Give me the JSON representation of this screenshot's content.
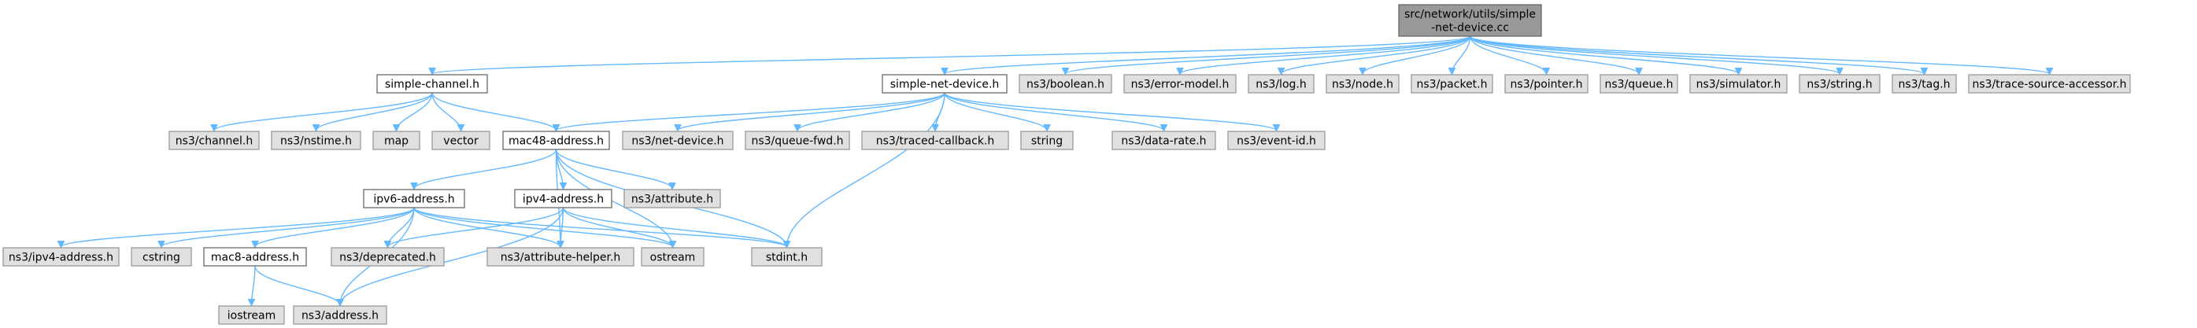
{
  "colors": {
    "background": "#ffffff",
    "root_fill": "#999999",
    "file_fill": "#ffffff",
    "system_fill": "#e0e0e0",
    "border_dark": "#666666",
    "border_light": "#999999",
    "text": "#000000",
    "edge": "#63b8ff"
  },
  "graph": {
    "nodes": [
      {
        "id": "root",
        "lines": [
          "src/network/utils/simple",
          "-net-device.cc"
        ],
        "kind": "root"
      },
      {
        "id": "simple-channel",
        "lines": [
          "simple-channel.h"
        ],
        "kind": "file"
      },
      {
        "id": "simple-net-device",
        "lines": [
          "simple-net-device.h"
        ],
        "kind": "file"
      },
      {
        "id": "boolean",
        "lines": [
          "ns3/boolean.h"
        ],
        "kind": "system"
      },
      {
        "id": "error-model",
        "lines": [
          "ns3/error-model.h"
        ],
        "kind": "system"
      },
      {
        "id": "log",
        "lines": [
          "ns3/log.h"
        ],
        "kind": "system"
      },
      {
        "id": "node",
        "lines": [
          "ns3/node.h"
        ],
        "kind": "system"
      },
      {
        "id": "packet",
        "lines": [
          "ns3/packet.h"
        ],
        "kind": "system"
      },
      {
        "id": "pointer",
        "lines": [
          "ns3/pointer.h"
        ],
        "kind": "system"
      },
      {
        "id": "queue",
        "lines": [
          "ns3/queue.h"
        ],
        "kind": "system"
      },
      {
        "id": "simulator",
        "lines": [
          "ns3/simulator.h"
        ],
        "kind": "system"
      },
      {
        "id": "string-h",
        "lines": [
          "ns3/string.h"
        ],
        "kind": "system"
      },
      {
        "id": "tag",
        "lines": [
          "ns3/tag.h"
        ],
        "kind": "system"
      },
      {
        "id": "trace-source-accessor",
        "lines": [
          "ns3/trace-source-accessor.h"
        ],
        "kind": "system"
      },
      {
        "id": "channel",
        "lines": [
          "ns3/channel.h"
        ],
        "kind": "system"
      },
      {
        "id": "nstime",
        "lines": [
          "ns3/nstime.h"
        ],
        "kind": "system"
      },
      {
        "id": "map",
        "lines": [
          "map"
        ],
        "kind": "system"
      },
      {
        "id": "vector",
        "lines": [
          "vector"
        ],
        "kind": "system"
      },
      {
        "id": "mac48-address",
        "lines": [
          "mac48-address.h"
        ],
        "kind": "file"
      },
      {
        "id": "net-device",
        "lines": [
          "ns3/net-device.h"
        ],
        "kind": "system"
      },
      {
        "id": "queue-fwd",
        "lines": [
          "ns3/queue-fwd.h"
        ],
        "kind": "system"
      },
      {
        "id": "traced-callback",
        "lines": [
          "ns3/traced-callback.h"
        ],
        "kind": "system"
      },
      {
        "id": "string",
        "lines": [
          "string"
        ],
        "kind": "system"
      },
      {
        "id": "data-rate",
        "lines": [
          "ns3/data-rate.h"
        ],
        "kind": "system"
      },
      {
        "id": "event-id",
        "lines": [
          "ns3/event-id.h"
        ],
        "kind": "system"
      },
      {
        "id": "ipv6-address",
        "lines": [
          "ipv6-address.h"
        ],
        "kind": "file"
      },
      {
        "id": "ipv4-address",
        "lines": [
          "ipv4-address.h"
        ],
        "kind": "file"
      },
      {
        "id": "attribute",
        "lines": [
          "ns3/attribute.h"
        ],
        "kind": "system"
      },
      {
        "id": "ns3-ipv4-address",
        "lines": [
          "ns3/ipv4-address.h"
        ],
        "kind": "system"
      },
      {
        "id": "cstring",
        "lines": [
          "cstring"
        ],
        "kind": "system"
      },
      {
        "id": "mac8-address",
        "lines": [
          "mac8-address.h"
        ],
        "kind": "file"
      },
      {
        "id": "deprecated",
        "lines": [
          "ns3/deprecated.h"
        ],
        "kind": "system"
      },
      {
        "id": "attribute-helper",
        "lines": [
          "ns3/attribute-helper.h"
        ],
        "kind": "system"
      },
      {
        "id": "ostream",
        "lines": [
          "ostream"
        ],
        "kind": "system"
      },
      {
        "id": "stdint",
        "lines": [
          "stdint.h"
        ],
        "kind": "system"
      },
      {
        "id": "iostream",
        "lines": [
          "iostream"
        ],
        "kind": "system"
      },
      {
        "id": "address",
        "lines": [
          "ns3/address.h"
        ],
        "kind": "system"
      }
    ],
    "edges": [
      [
        "root",
        "simple-channel"
      ],
      [
        "root",
        "simple-net-device"
      ],
      [
        "root",
        "boolean"
      ],
      [
        "root",
        "error-model"
      ],
      [
        "root",
        "log"
      ],
      [
        "root",
        "node"
      ],
      [
        "root",
        "packet"
      ],
      [
        "root",
        "pointer"
      ],
      [
        "root",
        "queue"
      ],
      [
        "root",
        "simulator"
      ],
      [
        "root",
        "string-h"
      ],
      [
        "root",
        "tag"
      ],
      [
        "root",
        "trace-source-accessor"
      ],
      [
        "simple-channel",
        "channel"
      ],
      [
        "simple-channel",
        "nstime"
      ],
      [
        "simple-channel",
        "map"
      ],
      [
        "simple-channel",
        "vector"
      ],
      [
        "simple-channel",
        "mac48-address"
      ],
      [
        "simple-net-device",
        "mac48-address"
      ],
      [
        "simple-net-device",
        "net-device"
      ],
      [
        "simple-net-device",
        "queue-fwd"
      ],
      [
        "simple-net-device",
        "traced-callback"
      ],
      [
        "simple-net-device",
        "string"
      ],
      [
        "simple-net-device",
        "data-rate"
      ],
      [
        "simple-net-device",
        "event-id"
      ],
      [
        "simple-net-device",
        "stdint"
      ],
      [
        "mac48-address",
        "ipv6-address"
      ],
      [
        "mac48-address",
        "ipv4-address"
      ],
      [
        "mac48-address",
        "attribute"
      ],
      [
        "mac48-address",
        "attribute-helper"
      ],
      [
        "mac48-address",
        "ostream"
      ],
      [
        "mac48-address",
        "stdint"
      ],
      [
        "ipv6-address",
        "ns3-ipv4-address"
      ],
      [
        "ipv6-address",
        "cstring"
      ],
      [
        "ipv6-address",
        "mac8-address"
      ],
      [
        "ipv6-address",
        "deprecated"
      ],
      [
        "ipv6-address",
        "attribute-helper"
      ],
      [
        "ipv6-address",
        "ostream"
      ],
      [
        "ipv6-address",
        "stdint"
      ],
      [
        "ipv6-address",
        "address"
      ],
      [
        "ipv4-address",
        "deprecated"
      ],
      [
        "ipv4-address",
        "attribute-helper"
      ],
      [
        "ipv4-address",
        "ostream"
      ],
      [
        "ipv4-address",
        "stdint"
      ],
      [
        "ipv4-address",
        "address"
      ],
      [
        "mac8-address",
        "iostream"
      ],
      [
        "mac8-address",
        "address"
      ]
    ]
  }
}
